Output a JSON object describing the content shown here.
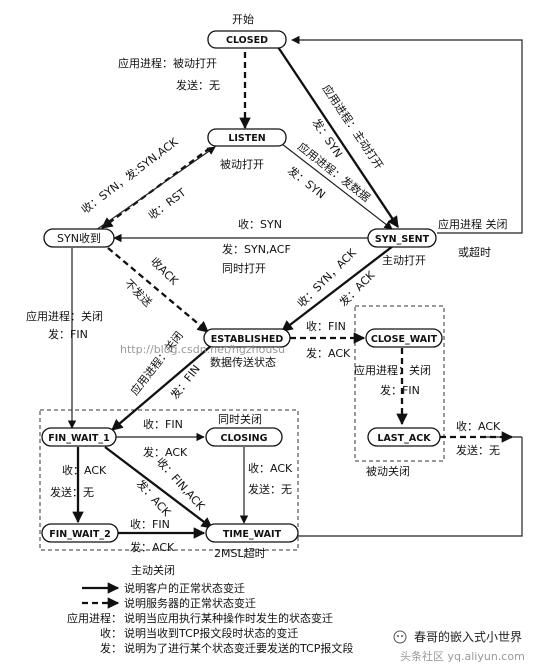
{
  "nodes": {
    "closed": "CLOSED",
    "listen": "LISTEN",
    "syn_rcvd": "SYN收到",
    "syn_sent": "SYN_SENT",
    "established": "ESTABLISHED",
    "close_wait": "CLOSE_WAIT",
    "last_ack": "LAST_ACK",
    "fin_wait_1": "FIN_WAIT_1",
    "fin_wait_2": "FIN_WAIT_2",
    "closing": "CLOSING",
    "time_wait": "TIME_WAIT"
  },
  "labels": {
    "start": "开始",
    "app_passive_open": "应用进程：被动打开",
    "send_none": "发送：无",
    "passive_open": "被动打开",
    "app_active_open": "应用进程：主动打开",
    "send_syn": "发：SYN",
    "app_send_data": "应用进程：发数据",
    "recv_syn_send_synack": "收：SYN，发:SYN,ACK",
    "recv_rst": "收：RST",
    "recv_syn": "收：SYN",
    "send_syn_acf": "发：SYN,ACF",
    "simul_open": "同时打开",
    "active_open": "主动打开",
    "app_close_or_timeout_1": "应用进程 关闭",
    "app_close_or_timeout_2": "或超时",
    "recv_ack": "收ACK",
    "no_send": "不发送",
    "recv_synack_send_ack_1": "收：SYN，ACK",
    "recv_synack_send_ack_2": "发：ACK",
    "app_close_left_1": "应用进程：关闭",
    "app_close_left_2": "发：FIN",
    "app_close_diag_1": "应用进程：关闭",
    "app_close_diag_2": "发：FIN",
    "recv_fin_est": "收：FIN",
    "send_ack_est": "发：ACK",
    "data_transfer": "数据传送状态",
    "app_close_cw_1": "应用进程：关闭",
    "app_close_cw_2": "发：FIN",
    "passive_close": "被动关闭",
    "recv_ack_la": "收：ACK",
    "send_none_la": "发送：无",
    "simul_close": "同时关闭",
    "recv_fin_fw1": "收：FIN",
    "send_ack_fw1": "发：ACK",
    "recv_ack_fw1_1": "收：ACK",
    "recv_ack_fw1_2": "发送：无",
    "recv_finack_1": "收：FIN,ACK",
    "recv_finack_2": "发：ACK",
    "recv_ack_closing_1": "收：ACK",
    "recv_ack_closing_2": "发送：无",
    "recv_fin_fw2": "收：FIN",
    "send_ack_fw2": "发：ACK",
    "msl_timeout": "2MSL超时",
    "active_close": "主动关闭"
  },
  "legend": {
    "solid_desc": "说明客户的正常状态变迁",
    "dashed_desc": "说明服务器的正常状态变迁",
    "app_key": "应用进程：",
    "app_desc": "说明当应用执行某种操作时发生的状态变迁",
    "recv_key": "收：",
    "recv_desc": "说明当收到TCP报文段时状态的变迁",
    "send_key": "发：",
    "send_desc": "说明为了进行某个状态变迁要发送的TCP报文段"
  },
  "watermark": {
    "brand": "春哥的嵌入式小世界",
    "url": "http://blog.csdn.net/hgzhousu",
    "site": "头条社区 yq.aliyun.com"
  }
}
